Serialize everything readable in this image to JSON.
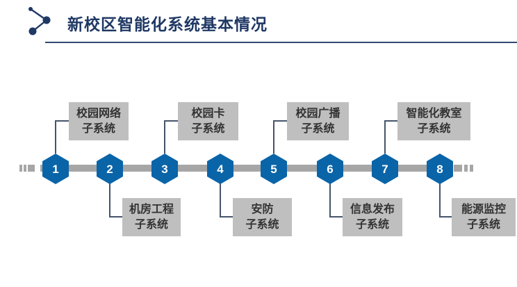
{
  "header": {
    "title": "新校区智能化系统基本情况",
    "icon": "molecule-dots-icon"
  },
  "colors": {
    "title": "#1F3864",
    "node_fill": "#0A64A8",
    "node_number": "#FFFFFF",
    "track": "#A6A6A6",
    "label_background": "#BFBFBF",
    "label_text": "#333333",
    "connector": "#44546A"
  },
  "timeline": {
    "items": [
      {
        "number": "1",
        "name_line1": "校园网络",
        "name_line2": "子系统",
        "label_position": "above"
      },
      {
        "number": "2",
        "name_line1": "机房工程",
        "name_line2": "子系统",
        "label_position": "below"
      },
      {
        "number": "3",
        "name_line1": "校园卡",
        "name_line2": "子系统",
        "label_position": "above"
      },
      {
        "number": "4",
        "name_line1": "安防",
        "name_line2": "子系统",
        "label_position": "below"
      },
      {
        "number": "5",
        "name_line1": "校园广播",
        "name_line2": "子系统",
        "label_position": "above"
      },
      {
        "number": "6",
        "name_line1": "信息发布",
        "name_line2": "子系统",
        "label_position": "below"
      },
      {
        "number": "7",
        "name_line1": "智能化教室",
        "name_line2": "子系统",
        "label_position": "above"
      },
      {
        "number": "8",
        "name_line1": "能源监控",
        "name_line2": "子系统",
        "label_position": "below"
      }
    ]
  }
}
